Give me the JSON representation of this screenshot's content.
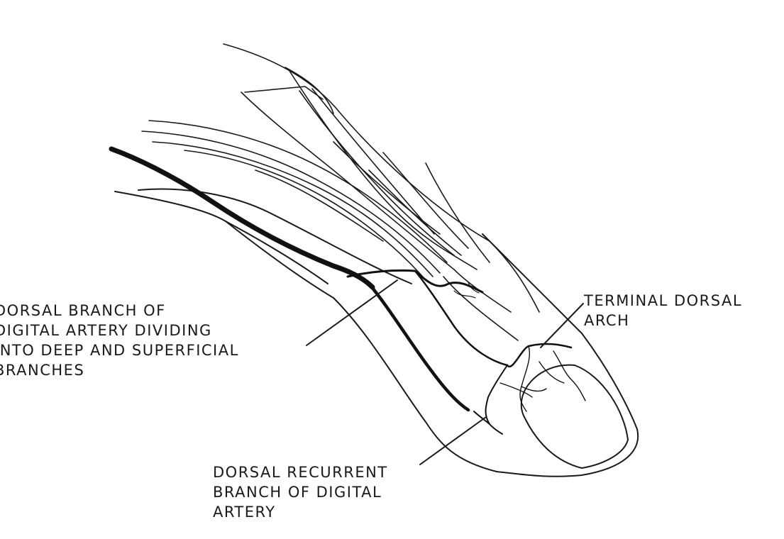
{
  "labels": {
    "dorsal_branch": [
      "DORSAL BRANCH OF",
      "DIGITAL ARTERY DIVIDING",
      "INTO DEEP AND SUPERFICIAL",
      "BRANCHES"
    ],
    "terminal_dorsal_arch": [
      "TERMINAL DORSAL",
      "ARCH"
    ],
    "dorsal_recurrent_branch": [
      "DORSAL RECURRENT",
      "BRANCH OF DIGITAL",
      "ARTERY"
    ]
  },
  "colors": {
    "ink": "#1a1a1a",
    "artery": "#111111",
    "background": "#ffffff"
  }
}
